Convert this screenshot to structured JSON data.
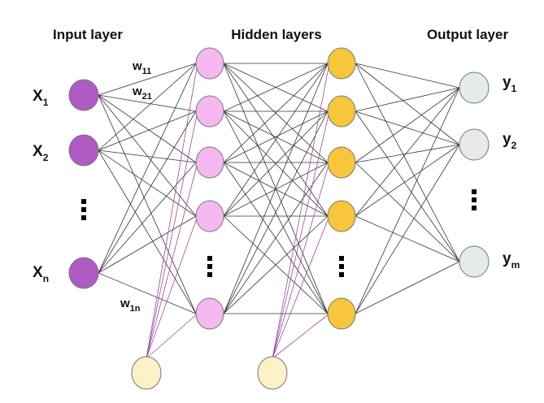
{
  "titles": {
    "input": "Input layer",
    "hidden": "Hidden layers",
    "output": "Output layer"
  },
  "inputs": [
    {
      "base": "X",
      "sub": "1"
    },
    {
      "base": "X",
      "sub": "2"
    },
    {
      "base": "X",
      "sub": "n"
    }
  ],
  "outputs": [
    {
      "base": "y",
      "sub": "1"
    },
    {
      "base": "y",
      "sub": "2"
    },
    {
      "base": "y",
      "sub": "m"
    }
  ],
  "weights": [
    {
      "base": "w",
      "sub": "11"
    },
    {
      "base": "w",
      "sub": "21"
    },
    {
      "base": "w",
      "sub": "1n"
    }
  ],
  "colors": {
    "input_node": "#b05ac4",
    "hidden1_node": "#f5b8f0",
    "hidden2_node": "#f7c63c",
    "output_node": "#e6eaea",
    "bias_node": "#fdf1c6"
  }
}
